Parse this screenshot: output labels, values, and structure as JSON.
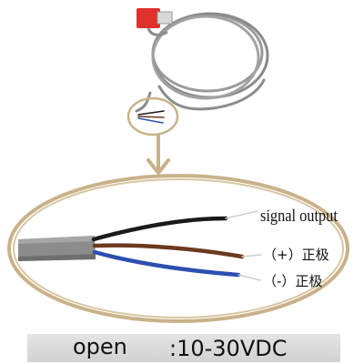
{
  "labels": {
    "signal": "signal output",
    "positive": "（+）正极",
    "negative": "（-）正极"
  },
  "bar": {
    "left_text": "open",
    "right_text": ":10-30VDC"
  },
  "colors": {
    "cable": "#8c8c8c",
    "cable_dark": "#6e6e6e",
    "ring": "#c9b28a",
    "arrow": "#c9b28a",
    "connector": "#e0302c",
    "wire_black": "#1a1a1a",
    "wire_brown": "#6b3a1e",
    "wire_blue": "#2d4fb0"
  }
}
